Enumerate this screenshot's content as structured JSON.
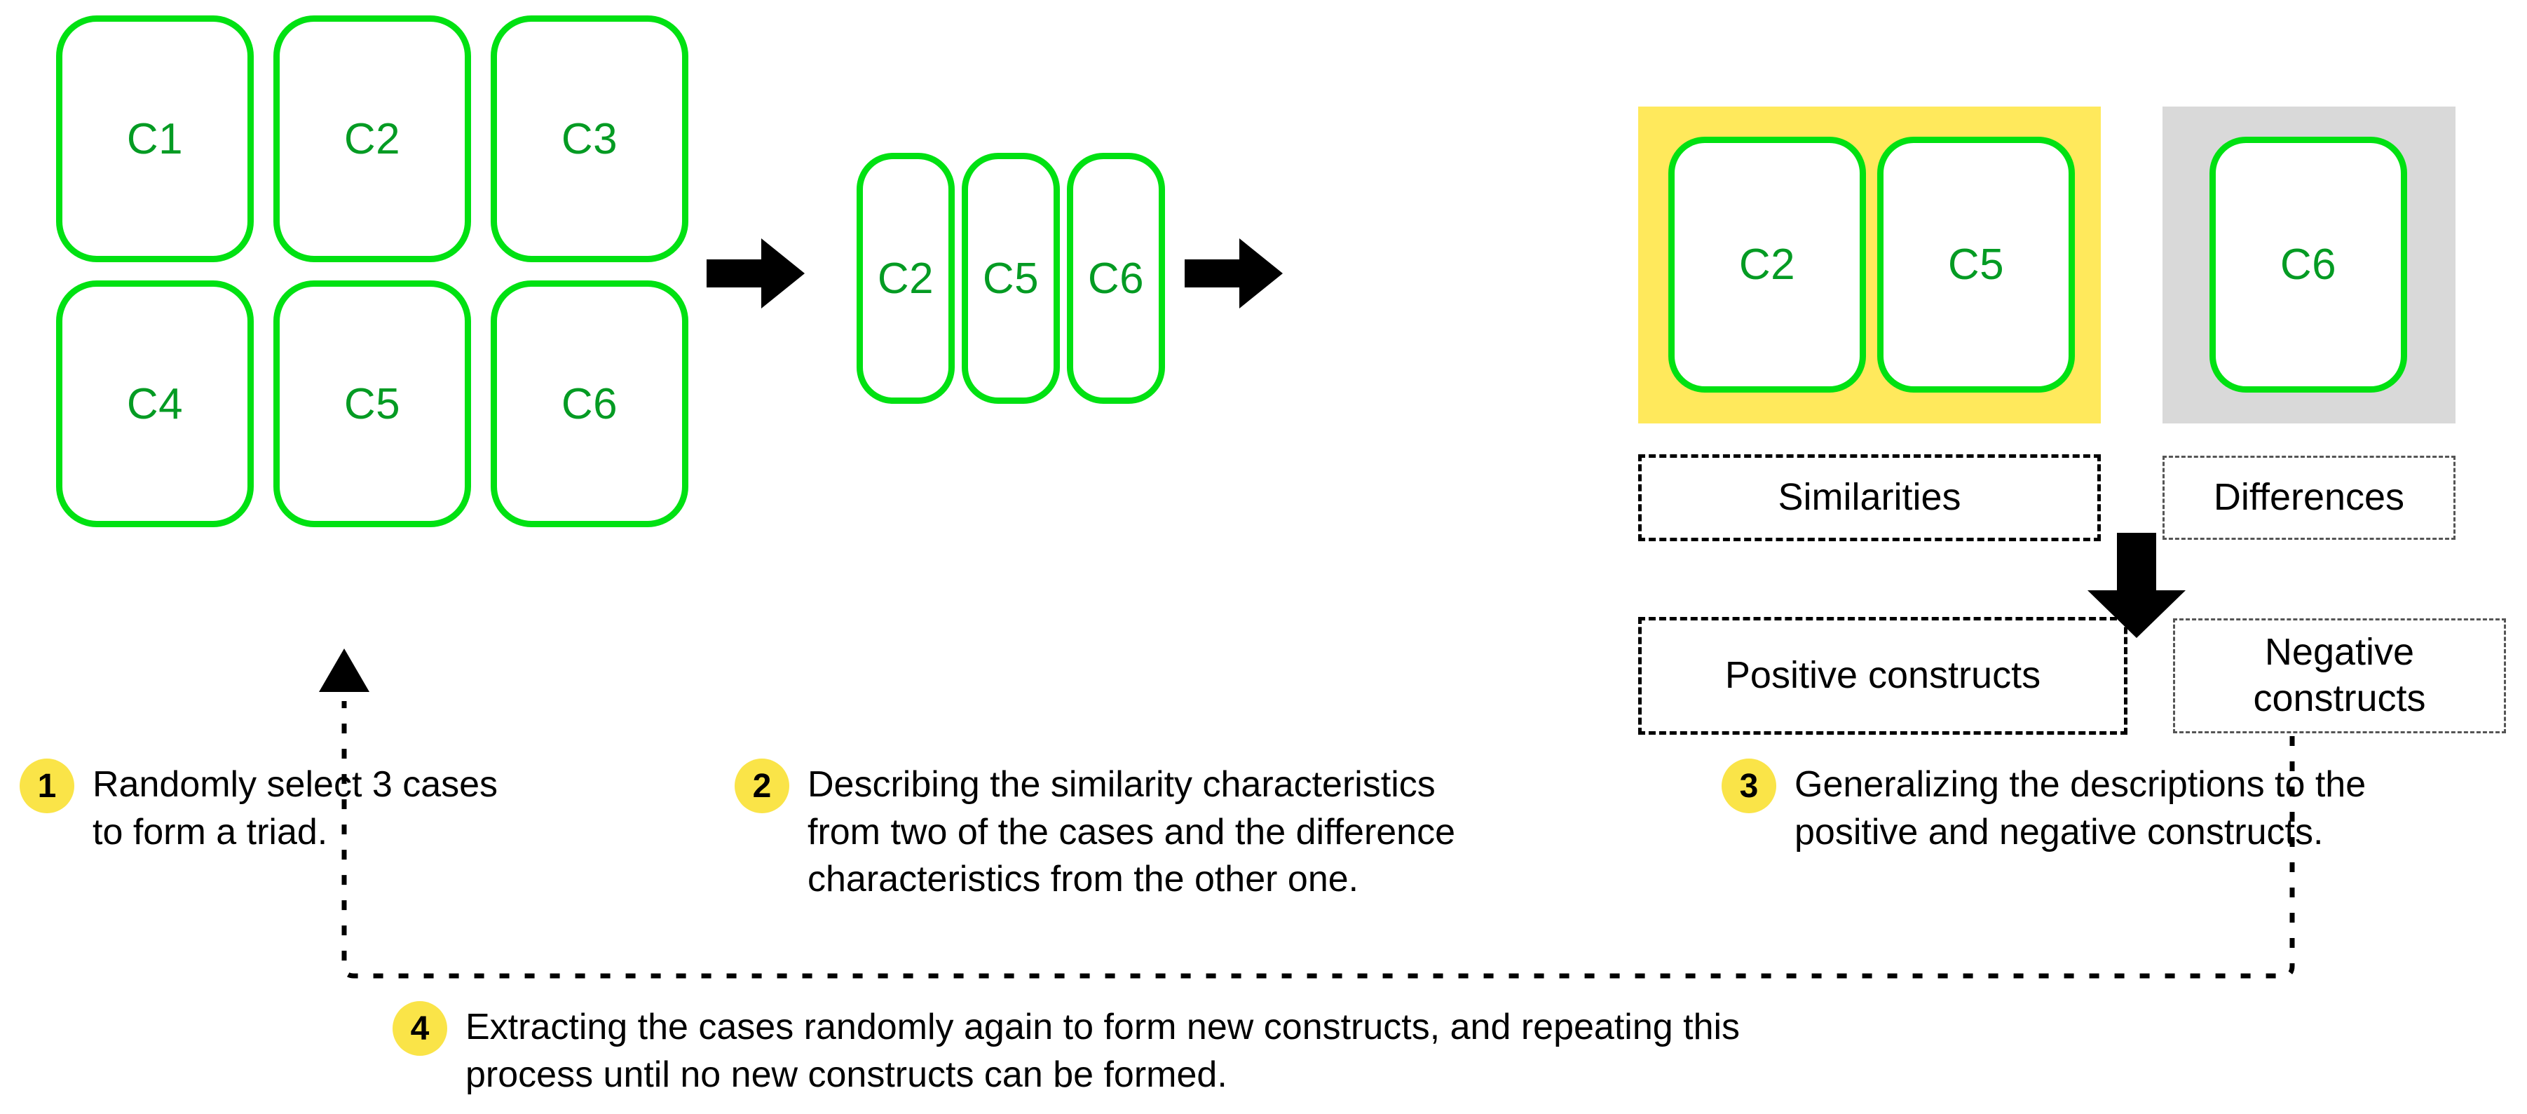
{
  "diagram": {
    "title": "Repertory grid triad construct elicitation process",
    "colors": {
      "card_border": "#00E112",
      "card_label": "#049B23",
      "similar_panel": "#FFE95C",
      "different_panel": "#D9D9D9",
      "badge": "#FAE448",
      "arrow": "#000000"
    }
  },
  "case_pool": {
    "name": "all-cases-grid",
    "rows": [
      [
        {
          "label": "C1"
        },
        {
          "label": "C2"
        },
        {
          "label": "C3"
        }
      ],
      [
        {
          "label": "C4"
        },
        {
          "label": "C5"
        },
        {
          "label": "C6"
        }
      ]
    ]
  },
  "triad": {
    "name": "selected-triad",
    "cards": [
      {
        "label": "C2"
      },
      {
        "label": "C5"
      },
      {
        "label": "C6"
      }
    ]
  },
  "grouping": {
    "similar_group": {
      "cards": [
        {
          "label": "C2"
        },
        {
          "label": "C5"
        }
      ]
    },
    "different_group": {
      "cards": [
        {
          "label": "C6"
        }
      ]
    }
  },
  "labels": {
    "similarities": "Similarities",
    "differences": "Differences",
    "positive_constructs": "Positive\nconstructs",
    "negative_constructs": "Negative\nconstructs"
  },
  "steps": [
    {
      "number": "1",
      "text": "Randomly select 3 cases\nto form a triad."
    },
    {
      "number": "2",
      "text": "Describing the similarity characteristics\nfrom two of the cases and the difference\ncharacteristics from the other one."
    },
    {
      "number": "3",
      "text": "Generalizing the descriptions to the\npositive and negative constructs."
    },
    {
      "number": "4",
      "text": "Extracting the cases randomly again to form new constructs, and repeating this\nprocess until no new constructs can be formed."
    }
  ]
}
